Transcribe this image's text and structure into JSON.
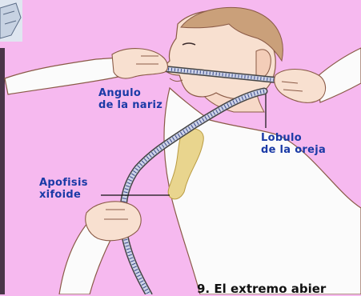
{
  "labels": {
    "nose_angle_line1": "Angulo",
    "nose_angle_line2": "de la nariz",
    "ear_lobe_line1": "Lobulo",
    "ear_lobe_line2": "de la oreja",
    "xiphoid_line1": "Apofisis",
    "xiphoid_line2": "xifoide"
  },
  "caption": "9. El extremo abier"
}
